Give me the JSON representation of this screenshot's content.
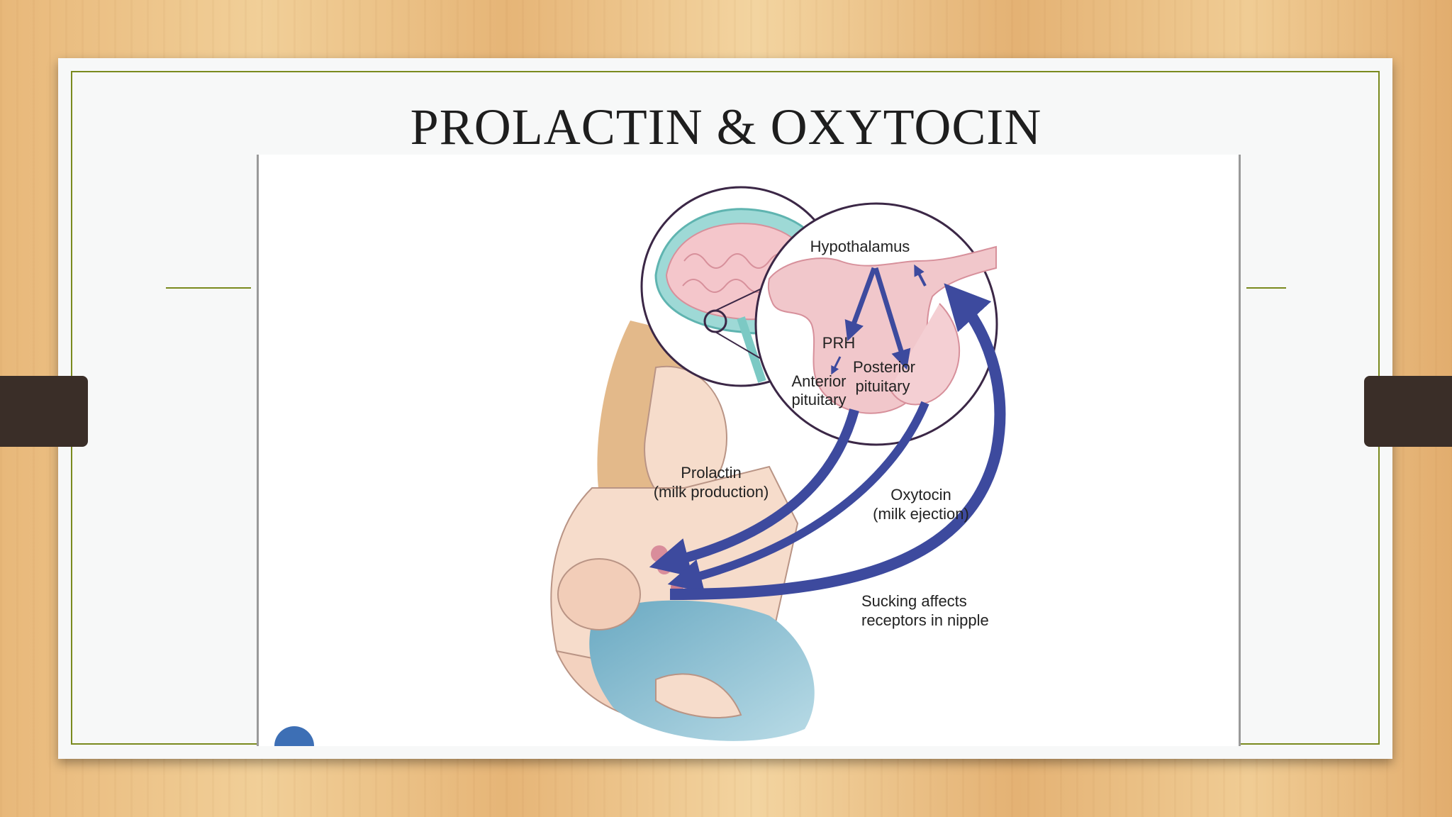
{
  "slide": {
    "title": "PROLACTIN & OXYTOCIN"
  },
  "diagram": {
    "labels": {
      "hypothalamus": "Hypothalamus",
      "prh": "PRH",
      "anterior_line1": "Anterior",
      "anterior_line2": "pituitary",
      "posterior_line1": "Posterior",
      "posterior_line2": "pituitary",
      "prolactin_line1": "Prolactin",
      "prolactin_line2": "(milk production)",
      "oxytocin_line1": "Oxytocin",
      "oxytocin_line2": "(milk ejection)",
      "sucking_line1": "Sucking affects",
      "sucking_line2": "receptors in nipple"
    }
  },
  "colors": {
    "accent_green": "#7a8a1e",
    "arrow_blue": "#3d4a9e",
    "skin": "#f6dccb",
    "hair": "#e3b98a",
    "blanket": "#84b8cc",
    "pituitary_pink": "#f1c7cb"
  }
}
